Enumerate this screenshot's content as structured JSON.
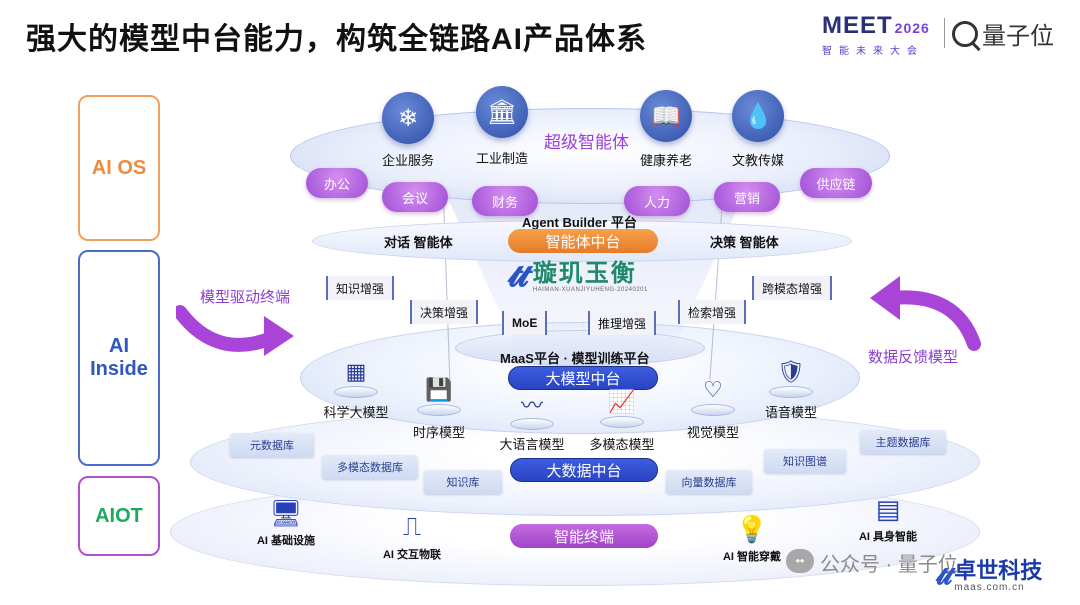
{
  "header": {
    "title": "强大的模型中台能力，构筑全链路AI产品体系",
    "meet_logo": "MEET",
    "meet_year": "2026",
    "meet_sub": "智能未来大会",
    "qbit_logo": "量子位"
  },
  "side_boxes": {
    "os": "AI OS",
    "inside": "AI Inside",
    "iot": "AIOT"
  },
  "top_layer": {
    "title": "超级智能体",
    "icons": [
      {
        "label": "企业服务",
        "icon": "snowflake-icon"
      },
      {
        "label": "工业制造",
        "icon": "factory-icon"
      },
      {
        "label": "健康养老",
        "icon": "book-icon"
      },
      {
        "label": "文教传媒",
        "icon": "water-icon"
      }
    ],
    "clouds": [
      "办公",
      "会议",
      "财务",
      "人力",
      "营销",
      "供应链"
    ]
  },
  "agent_layer": {
    "platform": "Agent Builder 平台",
    "center": "智能体中台",
    "left": "对话 智能体",
    "right": "决策 智能体"
  },
  "brand": {
    "name": "璇玑玉衡",
    "sub": "HAIMAN-XUANJIYUHENG-20240201"
  },
  "enhance_tags": [
    "知识增强",
    "决策增强",
    "MoE",
    "推理增强",
    "检索增强",
    "跨模态增强"
  ],
  "side_labels": {
    "left": "模型驱动终端",
    "right": "数据反馈模型"
  },
  "maas_layer": {
    "platform": "MaaS平台 · 模型训练平台",
    "center": "大模型中台",
    "models": [
      "科学大模型",
      "时序模型",
      "大语言模型",
      "多模态模型",
      "视觉模型",
      "语音模型"
    ]
  },
  "data_layer": {
    "center": "大数据中台",
    "dbs": [
      "元数据库",
      "多模态数据库",
      "知识库",
      "向量数据库",
      "知识图谱",
      "主题数据库"
    ]
  },
  "terminal_layer": {
    "center": "智能终端",
    "items": [
      "AI 基础设施",
      "AI 交互物联",
      "AI 智能穿戴",
      "AI 具身智能"
    ]
  },
  "watermark": {
    "text": "公众号 · 量子位",
    "brand": "卓世科技",
    "url": "maas.com.cn"
  },
  "colors": {
    "accent_purple": "#a045c8",
    "accent_blue": "#2944c2",
    "accent_orange": "#e67c2a"
  }
}
